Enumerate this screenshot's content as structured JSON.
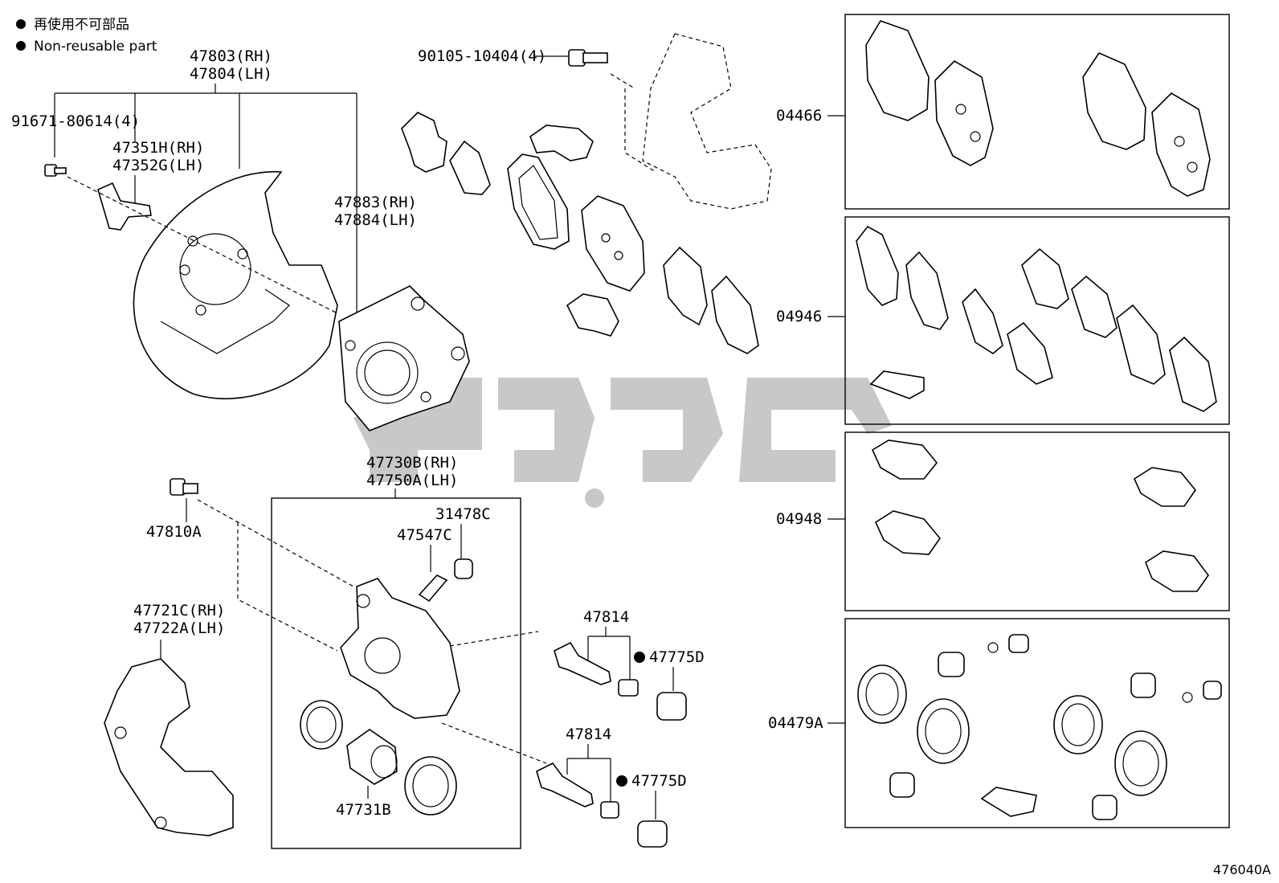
{
  "legend": {
    "non_reusable_jp": "再使用不可部品",
    "non_reusable_en": "Non-reusable part"
  },
  "labels": {
    "p47803": "47803(RH)",
    "p47804": "47804(LH)",
    "p91671": "91671-80614(4)",
    "p47351": "47351H(RH)",
    "p47352": "47352G(LH)",
    "p47883": "47883(RH)",
    "p47884": "47884(LH)",
    "p90105": "90105-10404(4)",
    "p47730": "47730B(RH)",
    "p47750": "47750A(LH)",
    "p31478": "31478C",
    "p47547": "47547C",
    "p47810": "47810A",
    "p47721": "47721C(RH)",
    "p47722": "47722A(LH)",
    "p47731": "47731B",
    "p47814a": "47814",
    "p47814b": "47814",
    "p47775a": "47775D",
    "p47775b": "47775D",
    "k04466": "04466",
    "k04946": "04946",
    "k04948": "04948",
    "k04479": "04479A"
  },
  "figure_ref": "476040A"
}
